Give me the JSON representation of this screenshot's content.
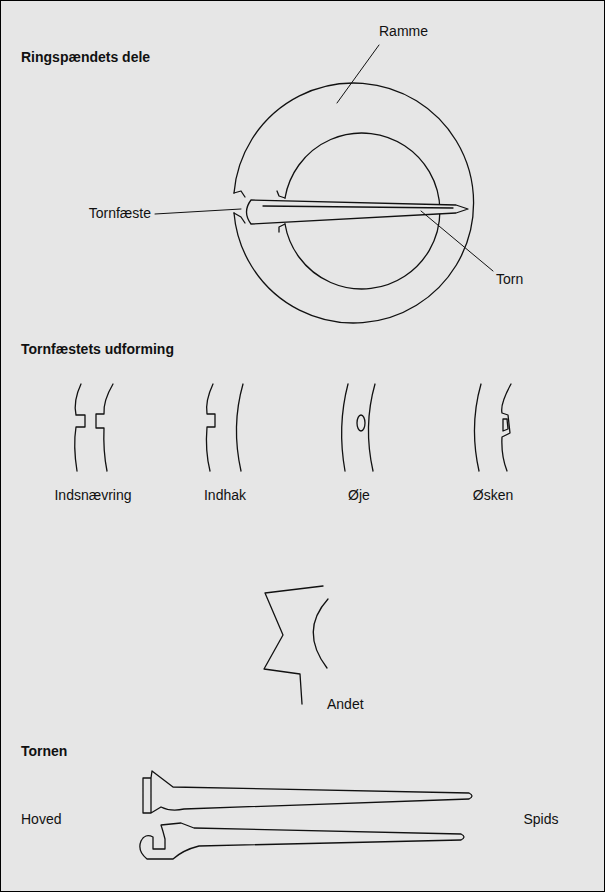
{
  "diagram": {
    "labels": [
      "Ringspændets dele",
      "Ramme",
      "Tornfæste",
      "Torn",
      "Tornfæstets udforming",
      "Indsnævring",
      "Indhak",
      "Øje",
      "Øsken",
      "Andet",
      "Tornen",
      "Hoved",
      "Spids"
    ]
  }
}
